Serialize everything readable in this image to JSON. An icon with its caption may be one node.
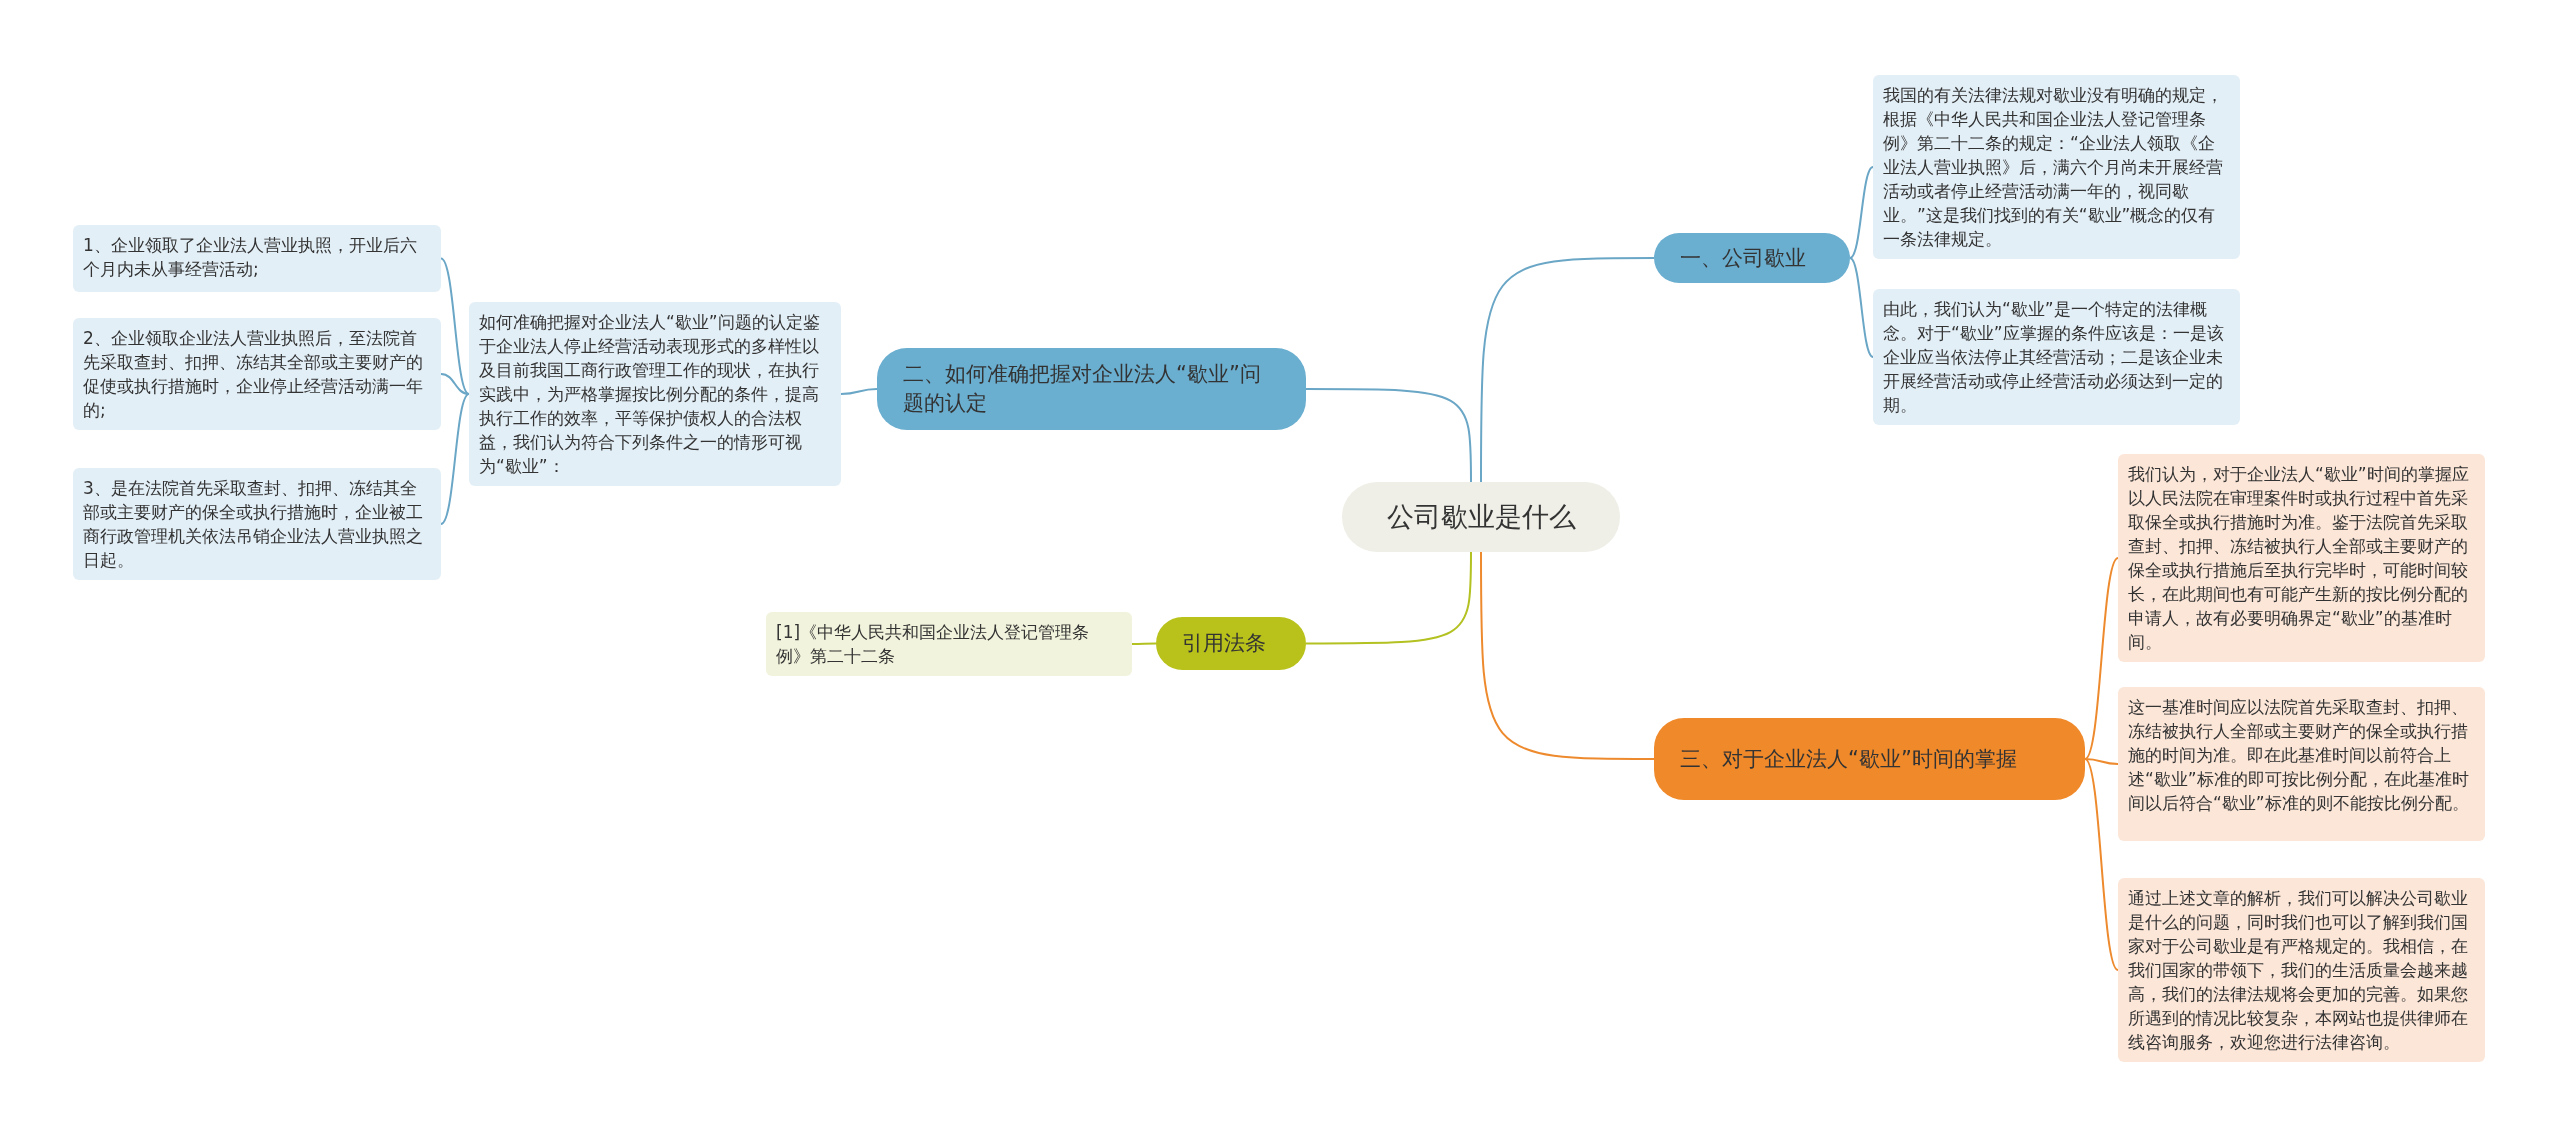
{
  "diagram": {
    "nodes": [
      {
        "text": [
          "公司歇业是什么"
        ]
      },
      {
        "text": [
          "一、公司歇业"
        ]
      },
      {
        "text": [
          "我国的有关法律法规对歇业没有明确的规定，根据《中华人民共和国企业法人登记管理条例》第二十二条的规定：“企业法人领取《企业法人营业执照》后，满六个月尚未开展经营活动或者停止经营活动满一年的，视同歇业。”这是我们找到的有关“歇业”概念的仅有一条法律规定。"
        ]
      },
      {
        "text": [
          "由此，我们认为“歇业”是一个特定的法律概念。对于“歇业”应掌握的条件应该是：一是该企业应当依法停止其经营活动；二是该企业未开展经营活动或停止经营活动必须达到一定的期。"
        ]
      },
      {
        "text": [
          "二、如何准确把握对企业法人“歇业”问题的认定"
        ]
      },
      {
        "text": [
          "如何准确把握对企业法人“歇业”问题的认定鉴于企业法人停止经营活动表现形式的多样性以及目前我国工商行政管理工作的现状，在执行实践中，为严格掌握按比例分配的条件，提高执行工作的效率，平等保护债权人的合法权益，我们认为符合下列条件之一的情形可视为“歇业”："
        ]
      },
      {
        "text": [
          "1、企业领取了企业法人营业执照，开业后六个月内未从事经营活动;"
        ]
      },
      {
        "text": [
          "2、企业领取企业法人营业执照后，至法院首先采取查封、扣押、冻结其全部或主要财产的促使或执行措施时，企业停止经营活动满一年的;"
        ]
      },
      {
        "text": [
          "3、是在法院首先采取查封、扣押、冻结其全部或主要财产的保全或执行措施时，企业被工商行政管理机关依法吊销企业法人营业执照之日起。"
        ]
      },
      {
        "text": [
          "引用法条"
        ]
      },
      {
        "text": [
          "[1]《中华人民共和国企业法人登记管理条例》第二十二条"
        ]
      },
      {
        "text": [
          "三、对于企业法人“歇业”时间的掌握"
        ]
      },
      {
        "text": [
          "我们认为，对于企业法人“歇业”时间的掌握应以人民法院在审理案件时或执行过程中首先采取保全或执行措施时为准。鉴于法院首先采取查封、扣押、冻结被执行人全部或主要财产的保全或执行措施后至执行完毕时，可能时间较长，在此期间也有可能产生新的按比例分配的申请人，故有必要明确界定“歇业”的基准时间。"
        ]
      },
      {
        "text": [
          "这一基准时间应以法院首先采取查封、扣押、冻结被执行人全部或主要财产的保全或执行措施的时间为准。即在此基准时间以前符合上述“歇业”标准的即可按比例分配，在此基准时间以后符合“歇业”标准的则不能按比例分配。"
        ]
      },
      {
        "text": [
          "通过上述文章的解析，我们可以解决公司歇业是什么的问题，同时我们也可以了解到我们国家对于公司歇业是有严格规定的。我相信，在我们国家的带领下，我们的生活质量会越来越高，我们的法律法规将会更加的完善。如果您所遇到的情况比较复杂，本网站也提供律师在线咨询服务，欢迎您进行法律咨询。"
        ]
      }
    ],
    "edges": [
      {
        "from": 0,
        "to": 1,
        "arrow": "none"
      },
      {
        "from": 1,
        "to": 2,
        "arrow": "none"
      },
      {
        "from": 1,
        "to": 3,
        "arrow": "none"
      },
      {
        "from": 0,
        "to": 4,
        "arrow": "none"
      },
      {
        "from": 4,
        "to": 5,
        "arrow": "none"
      },
      {
        "from": 5,
        "to": 6,
        "arrow": "none"
      },
      {
        "from": 5,
        "to": 7,
        "arrow": "none"
      },
      {
        "from": 5,
        "to": 8,
        "arrow": "none"
      },
      {
        "from": 0,
        "to": 9,
        "arrow": "none",
        "color": "#b3c121"
      },
      {
        "from": 9,
        "to": 10,
        "arrow": "none",
        "color": "#b3c121"
      },
      {
        "from": 0,
        "to": 11,
        "arrow": "none",
        "color": "#ee8a2e"
      },
      {
        "from": 11,
        "to": 12,
        "arrow": "none",
        "color": "#ee8a2e"
      },
      {
        "from": 11,
        "to": 13,
        "arrow": "none",
        "color": "#ee8a2e"
      },
      {
        "from": 11,
        "to": 14,
        "arrow": "none",
        "color": "#ee8a2e"
      }
    ]
  }
}
